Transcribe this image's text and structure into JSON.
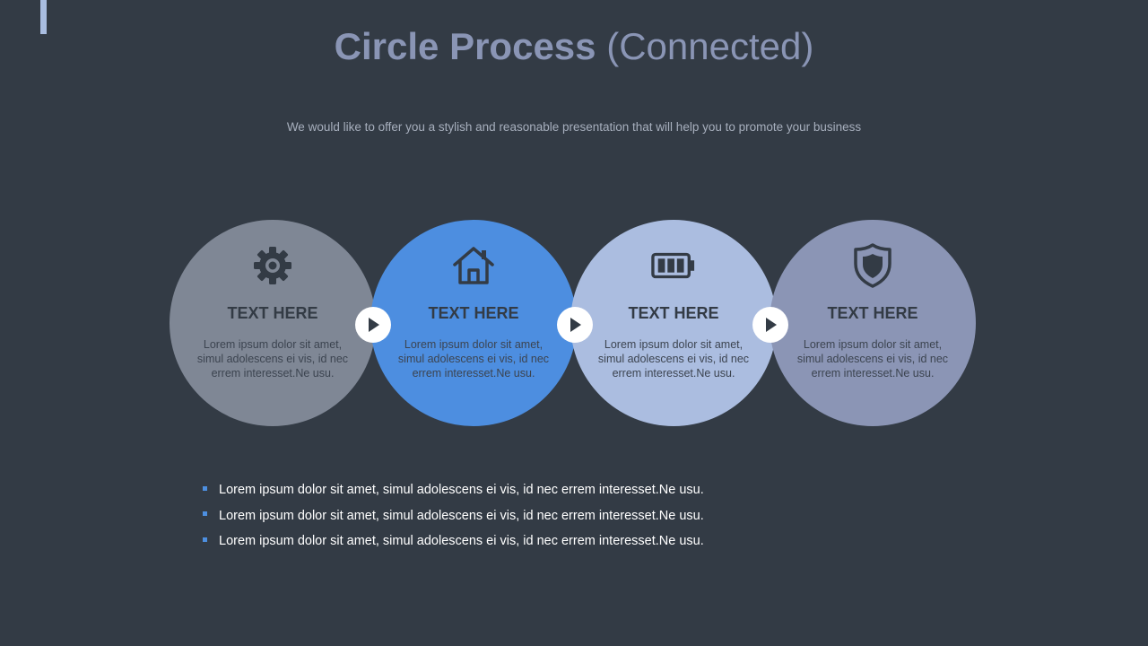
{
  "title": {
    "bold": "Circle Process",
    "light": "(Connected)"
  },
  "subtitle": "We would like to offer you a stylish and reasonable presentation that will help you to promote your business",
  "steps": [
    {
      "icon": "gear-icon",
      "heading": "TEXT HERE",
      "body": "Lorem ipsum dolor sit amet, simul adolescens ei vis, id nec errem interesset.Ne usu.",
      "color": "#7f8795"
    },
    {
      "icon": "house-icon",
      "heading": "TEXT HERE",
      "body": "Lorem ipsum dolor sit amet, simul adolescens ei vis, id nec errem interesset.Ne usu.",
      "color": "#4d8ee0"
    },
    {
      "icon": "battery-icon",
      "heading": "TEXT HERE",
      "body": "Lorem ipsum dolor sit amet, simul adolescens ei vis, id nec errem interesset.Ne usu.",
      "color": "#abbde0"
    },
    {
      "icon": "shield-icon",
      "heading": "TEXT HERE",
      "body": "Lorem ipsum dolor sit amet, simul adolescens ei vis, id nec errem interesset.Ne usu.",
      "color": "#8b95b5"
    }
  ],
  "bullets": [
    "Lorem ipsum dolor sit amet, simul adolescens ei vis, id nec errem interesset.Ne usu.",
    "Lorem ipsum dolor sit amet, simul adolescens ei vis, id nec errem interesset.Ne usu.",
    "Lorem ipsum dolor sit amet, simul adolescens ei vis, id nec errem interesset.Ne usu."
  ],
  "colors": {
    "background": "#333b45",
    "accent": "#a9bde0",
    "bullet": "#4d8fe0"
  }
}
